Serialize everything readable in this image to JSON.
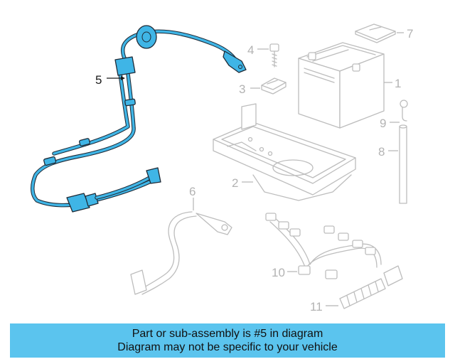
{
  "callouts": {
    "c1": "1",
    "c2": "2",
    "c3": "3",
    "c4": "4",
    "c5": "5",
    "c6": "6",
    "c7": "7",
    "c8": "8",
    "c9": "9",
    "c10": "10",
    "c11": "11"
  },
  "highlight": {
    "part": "5",
    "color": "#3fb5e6",
    "outline_color": "#1f2a36"
  },
  "ghost_color": "#bdbdbd",
  "banner": {
    "line1": "Part or sub-assembly is #5 in diagram",
    "line2": "Diagram may not be specific to your vehicle",
    "background": "#5bc4ee"
  }
}
